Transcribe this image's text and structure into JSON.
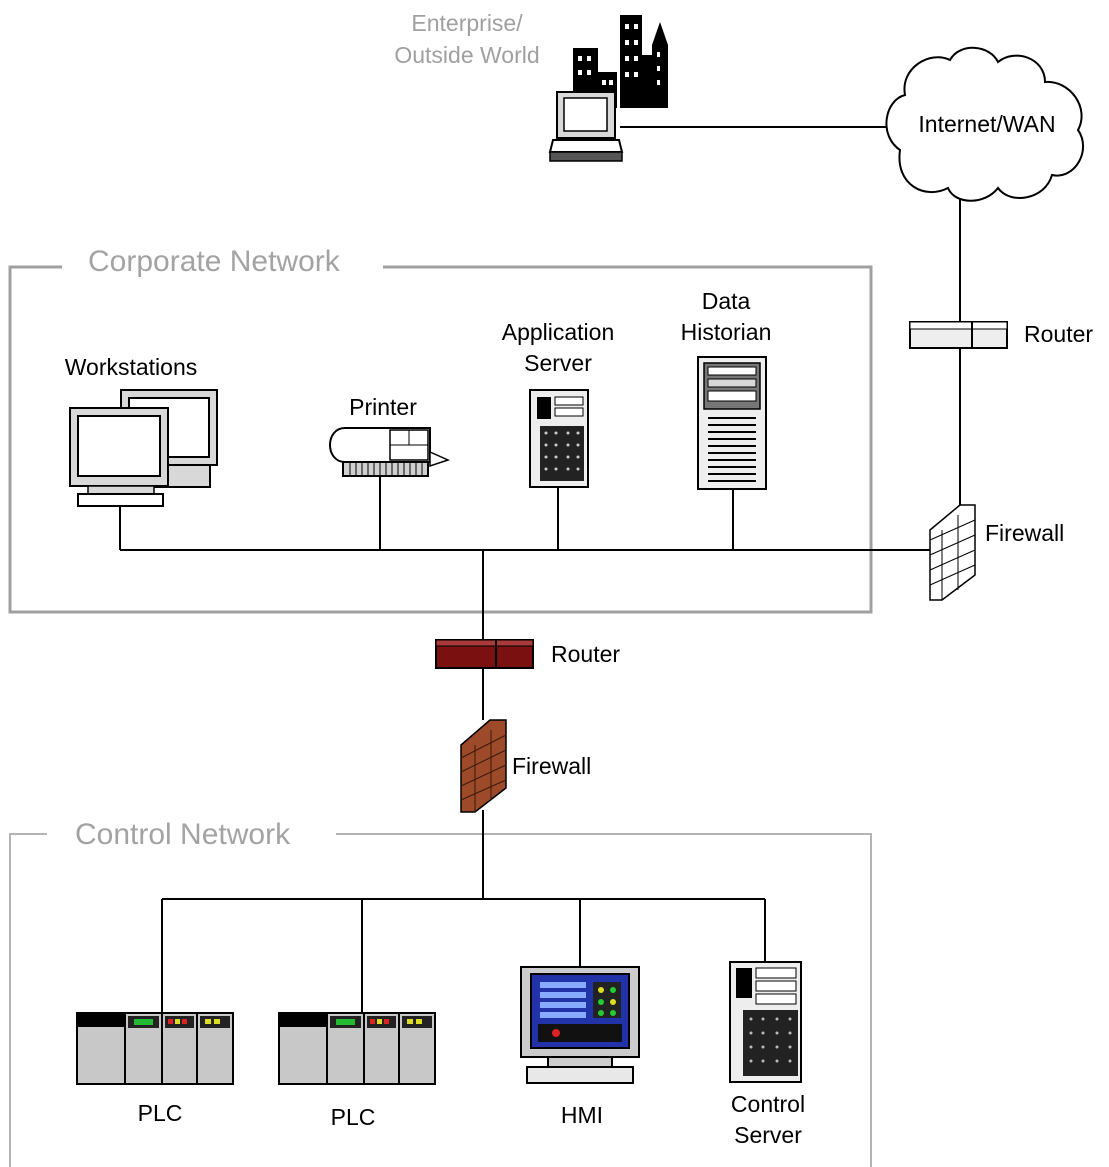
{
  "enterprise": {
    "line1": "Enterprise/",
    "line2": "Outside World"
  },
  "cloud_label": "Internet/WAN",
  "corporate": {
    "title": "Corporate Network",
    "workstations": "Workstations",
    "printer": "Printer",
    "app_server": {
      "line1": "Application",
      "line2": "Server"
    },
    "historian": {
      "line1": "Data",
      "line2": "Historian"
    }
  },
  "edge_router": "Router",
  "edge_firewall": "Firewall",
  "inner_router": "Router",
  "inner_firewall": "Firewall",
  "control": {
    "title": "Control Network",
    "plc1": "PLC",
    "plc2": "PLC",
    "hmi": "HMI",
    "control_server": {
      "line1": "Control",
      "line2": "Server"
    }
  },
  "colors": {
    "inner_router": "#7a1010",
    "inner_firewall": "#9c4a2a",
    "group_border": "#a0a0a0",
    "group_text": "#a3a3a3",
    "hmi_screen": "#2233aa"
  },
  "icons": [
    "building-icon",
    "laptop-icon",
    "cloud-icon",
    "router-icon",
    "firewall-icon",
    "workstation-icon",
    "printer-icon",
    "server-icon",
    "plc-icon",
    "hmi-icon"
  ]
}
